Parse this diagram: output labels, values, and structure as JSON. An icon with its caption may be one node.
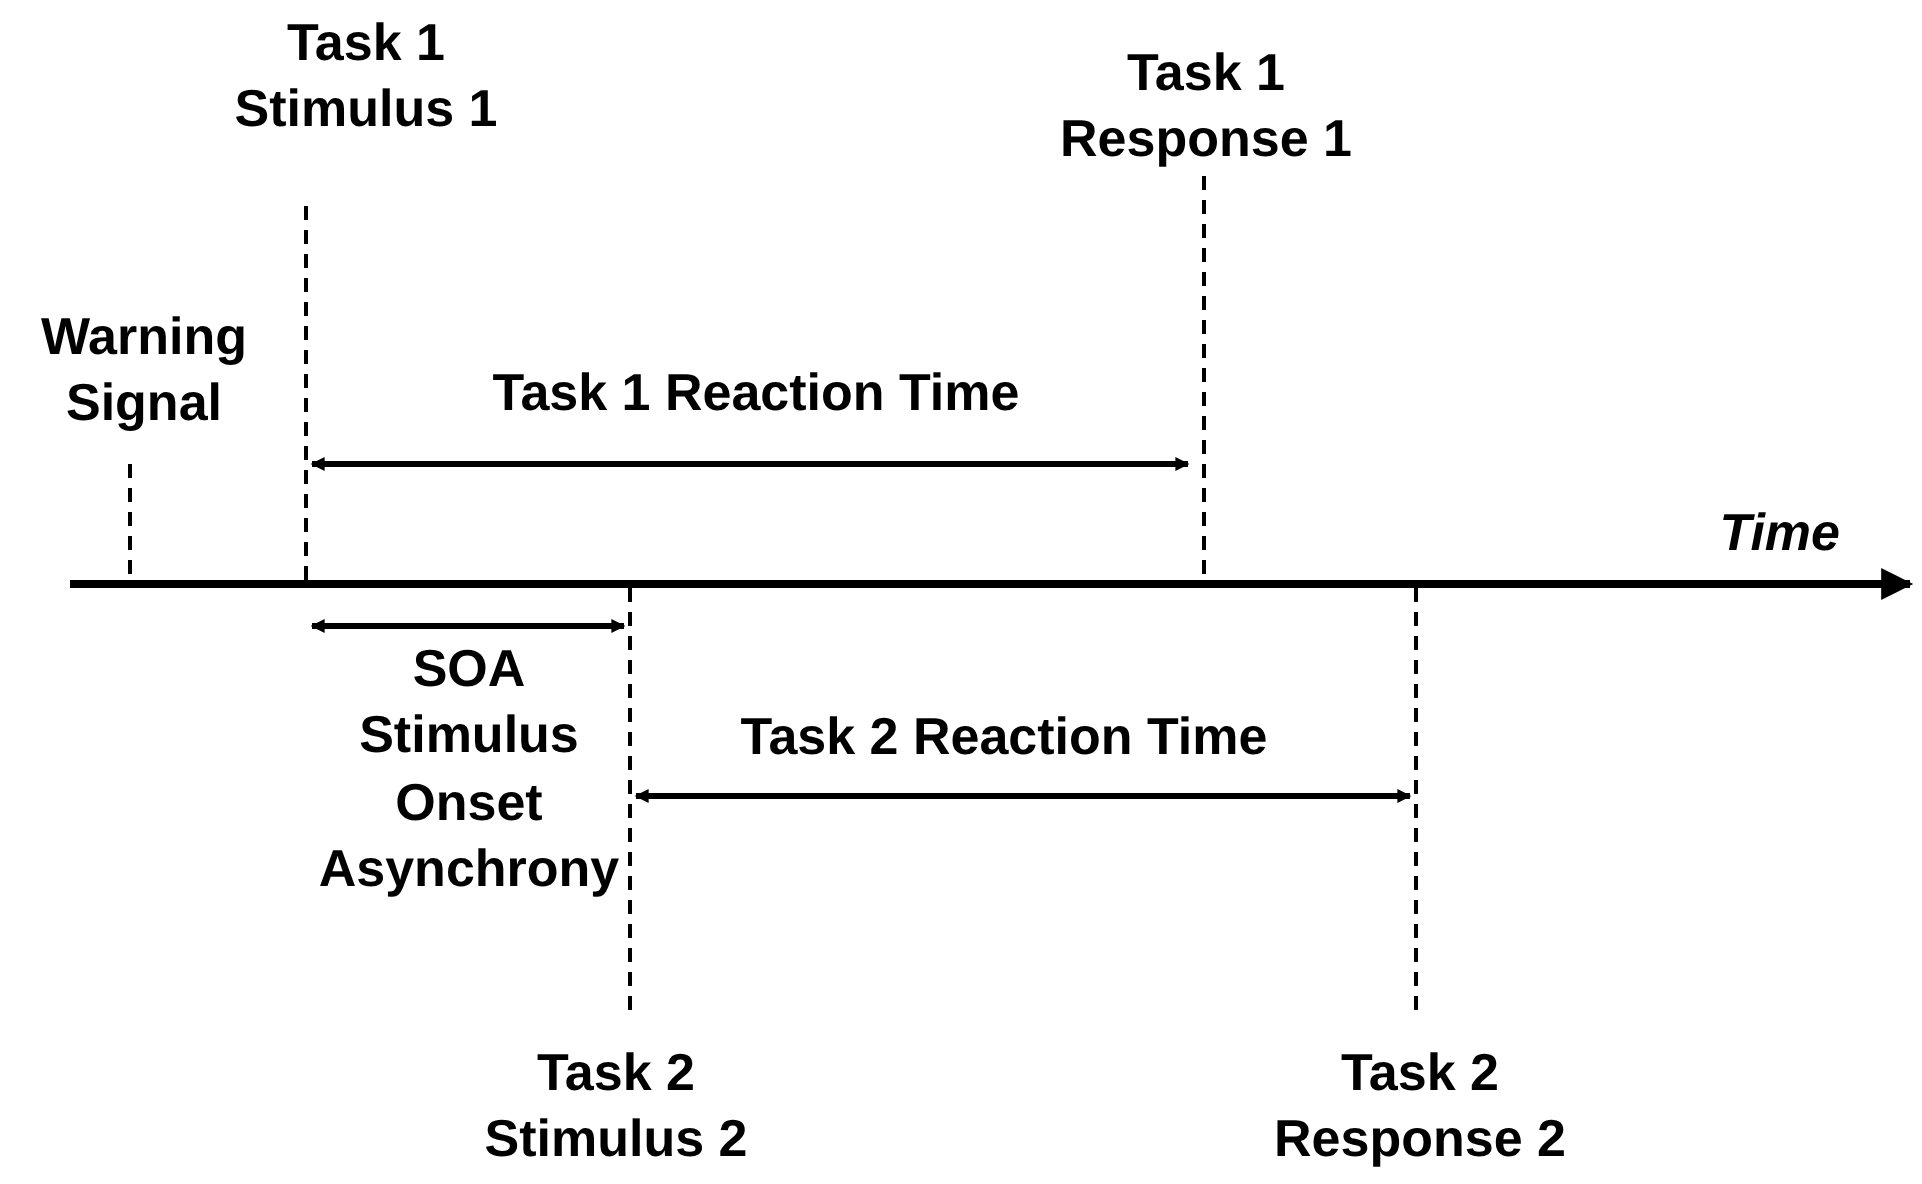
{
  "diagram": {
    "labels": [
      "Task 1 Stimulus 1",
      "Task 1 Response 1",
      "Warning Signal",
      "Task 1 Reaction Time",
      "Time",
      "SOA Stimulus Onset Asynchrony",
      "Task 2 Reaction Time",
      "Task 2 Stimulus 2",
      "Task 2 Response 2"
    ]
  }
}
